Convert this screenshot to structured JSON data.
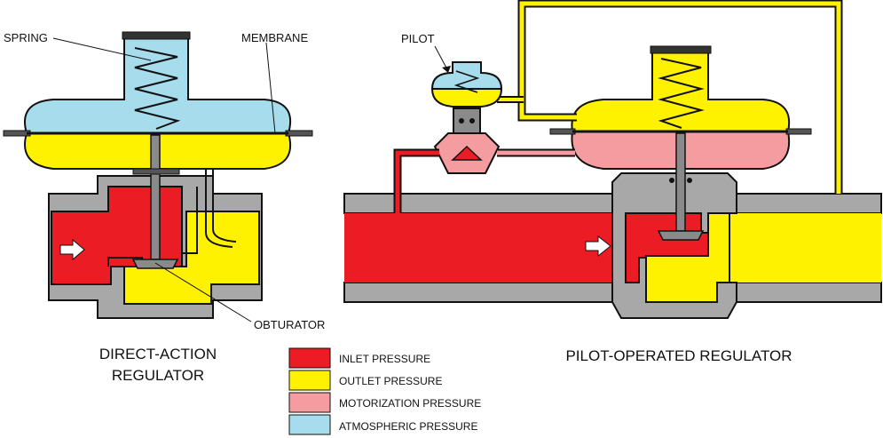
{
  "labels": {
    "spring": "SPRING",
    "membrane": "MEMBRANE",
    "pilot": "PILOT",
    "obturator": "OBTURATOR"
  },
  "titles": {
    "direct_line1": "DIRECT-ACTION",
    "direct_line2": "REGULATOR",
    "pilot_operated": "PILOT-OPERATED REGULATOR"
  },
  "legend": [
    {
      "label": "INLET PRESSURE",
      "color": "#ec1c24"
    },
    {
      "label": "OUTLET PRESSURE",
      "color": "#fff200"
    },
    {
      "label": "MOTORIZATION PRESSURE",
      "color": "#f49ca0"
    },
    {
      "label": "ATMOSPHERIC PRESSURE",
      "color": "#a6dcec"
    }
  ],
  "colors": {
    "inlet": "#ec1c24",
    "outlet": "#fff200",
    "motorization": "#f49ca0",
    "atmospheric": "#a6dcec",
    "body": "#a8a8a8",
    "outline": "#111111"
  }
}
